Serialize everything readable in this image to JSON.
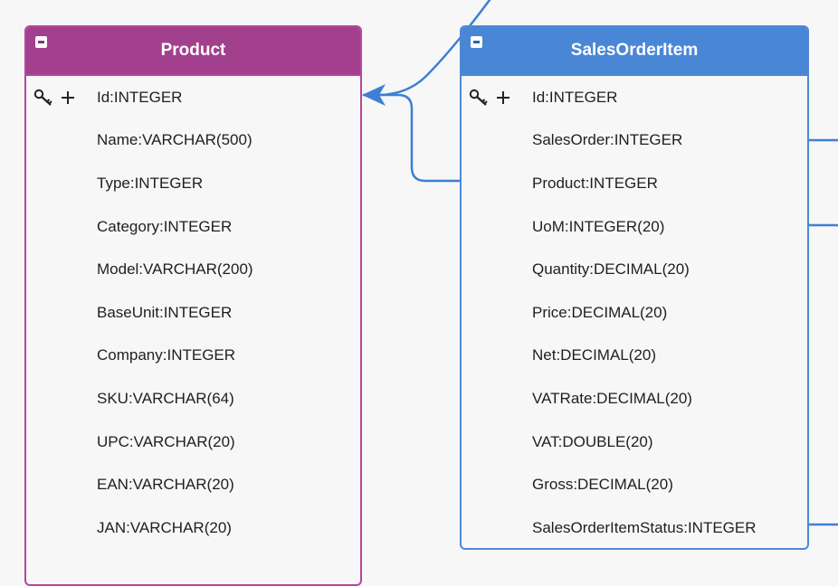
{
  "connector_color": "#3d7fd4",
  "entities": {
    "product": {
      "title": "Product",
      "color": "#a2408e",
      "icons": [
        "collapse-icon"
      ],
      "fields": [
        {
          "label": "Id:INTEGER",
          "primary_key": true
        },
        {
          "label": "Name:VARCHAR(500)"
        },
        {
          "label": "Type:INTEGER"
        },
        {
          "label": "Category:INTEGER"
        },
        {
          "label": "Model:VARCHAR(200)"
        },
        {
          "label": "BaseUnit:INTEGER"
        },
        {
          "label": "Company:INTEGER"
        },
        {
          "label": "SKU:VARCHAR(64)"
        },
        {
          "label": "UPC:VARCHAR(20)"
        },
        {
          "label": "EAN:VARCHAR(20)"
        },
        {
          "label": "JAN:VARCHAR(20)"
        }
      ]
    },
    "sales_order_item": {
      "title": "SalesOrderItem",
      "color": "#4a86d6",
      "icons": [
        "collapse-icon"
      ],
      "fields": [
        {
          "label": "Id:INTEGER",
          "primary_key": true
        },
        {
          "label": "SalesOrder:INTEGER"
        },
        {
          "label": "Product:INTEGER"
        },
        {
          "label": "UoM:INTEGER(20)"
        },
        {
          "label": "Quantity:DECIMAL(20)"
        },
        {
          "label": "Price:DECIMAL(20)"
        },
        {
          "label": "Net:DECIMAL(20)"
        },
        {
          "label": "VATRate:DECIMAL(20)"
        },
        {
          "label": "VAT:DOUBLE(20)"
        },
        {
          "label": "Gross:DECIMAL(20)"
        },
        {
          "label": "SalesOrderItemStatus:INTEGER"
        }
      ]
    }
  }
}
